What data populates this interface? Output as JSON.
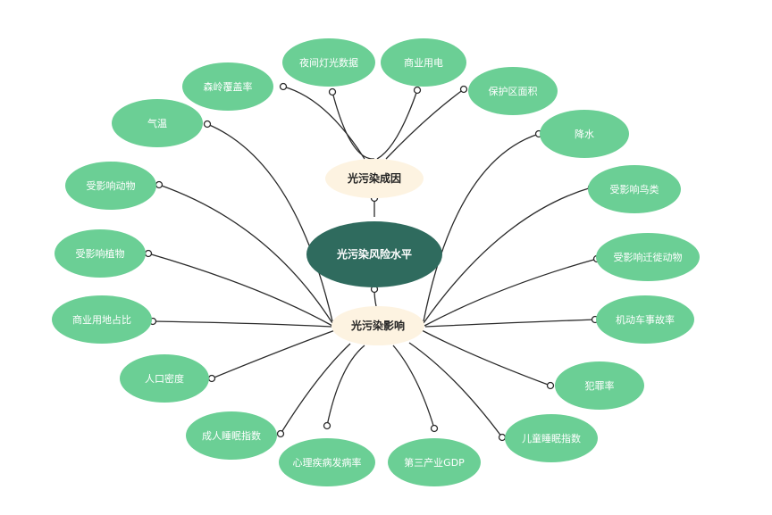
{
  "center": {
    "label": "光污染风险水平"
  },
  "hubs": {
    "causes": {
      "label": "光污染成因"
    },
    "effects": {
      "label": "光污染影响"
    }
  },
  "cause_nodes": [
    {
      "label": "夜间灯光数据"
    },
    {
      "label": "商业用电"
    },
    {
      "label": "森岭覆盖率"
    },
    {
      "label": "保护区面积"
    }
  ],
  "effect_nodes": [
    {
      "label": "气温"
    },
    {
      "label": "降水"
    },
    {
      "label": "受影响动物"
    },
    {
      "label": "受影响鸟类"
    },
    {
      "label": "受影响植物"
    },
    {
      "label": "受影响迁徙动物"
    },
    {
      "label": "商业用地占比"
    },
    {
      "label": "机动车事故率"
    },
    {
      "label": "人口密度"
    },
    {
      "label": "犯罪率"
    },
    {
      "label": "成人睡眠指数"
    },
    {
      "label": "儿童睡眠指数"
    },
    {
      "label": "心理疾病发病率"
    },
    {
      "label": "第三产业GDP"
    }
  ],
  "colors": {
    "leaf": "#6bcf95",
    "center": "#2f6b5e",
    "hub": "#fdf3e1",
    "line": "#2a2a2a"
  }
}
